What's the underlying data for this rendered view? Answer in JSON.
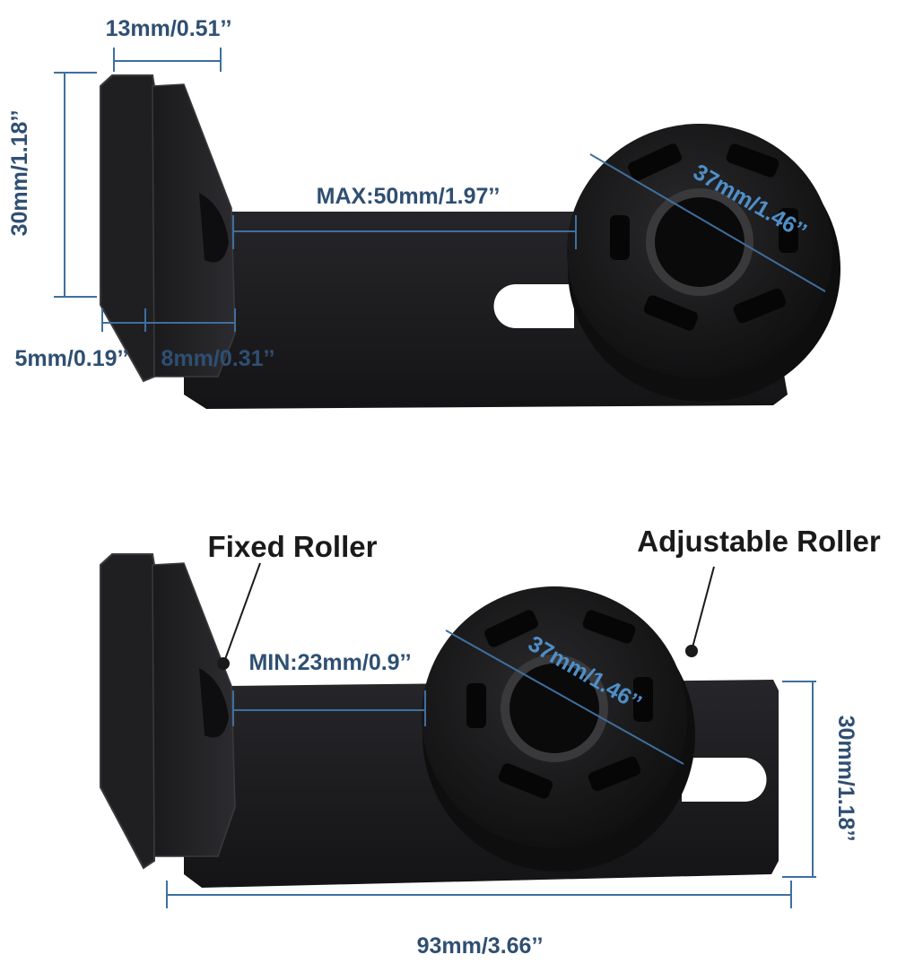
{
  "colors": {
    "dimension": "#2f4f72",
    "dimension_line": "#3f6f9f",
    "label": "#1a1a1a",
    "metal": "#1c1c1e",
    "metal_edge": "#3a3a3c",
    "roller": "#141414"
  },
  "top_view": {
    "width_label": "13mm/0.51’’",
    "height_label": "30mm/1.18’’",
    "max_gap_label": "MAX:50mm/1.97’’",
    "roller_diameter_label": "37mm/1.46’’",
    "plate_thickness_label": "5mm/0.19’’",
    "pad_thickness_label": "8mm/0.31’’"
  },
  "bottom_view": {
    "fixed_roller_label": "Fixed Roller",
    "adjustable_roller_label": "Adjustable Roller",
    "min_gap_label": "MIN:23mm/0.9’’",
    "roller_diameter_label": "37mm/1.46’’",
    "height_label": "30mm/1.18’’",
    "length_label": "93mm/3.66’’"
  }
}
